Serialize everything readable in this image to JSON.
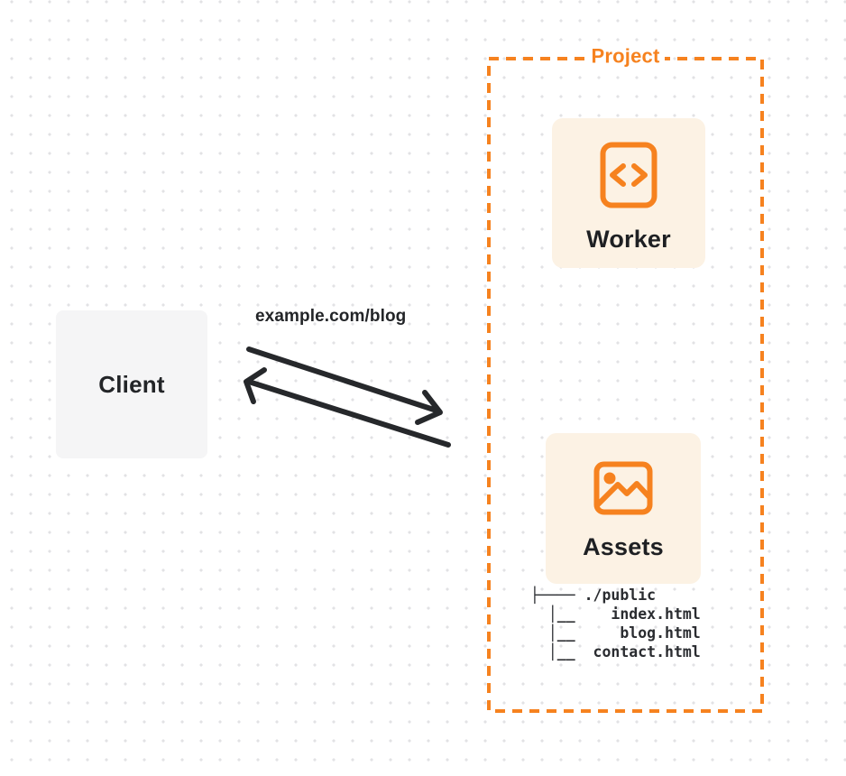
{
  "colors": {
    "accent": "#F6821F",
    "card_bg": "#FCF2E4",
    "client_bg": "#F5F5F6",
    "ink": "#232528",
    "line": "#26282B",
    "dot_grid": "#E2E2E4"
  },
  "client": {
    "label": "Client"
  },
  "request": {
    "label": "example.com/blog"
  },
  "project": {
    "label": "Project",
    "worker": {
      "label": "Worker",
      "icon": "code-file-icon"
    },
    "assets": {
      "label": "Assets",
      "icon": "image-icon",
      "file_tree": "├──── ./public\n  │__    index.html\n  │__     blog.html\n  │__  contact.html"
    }
  }
}
